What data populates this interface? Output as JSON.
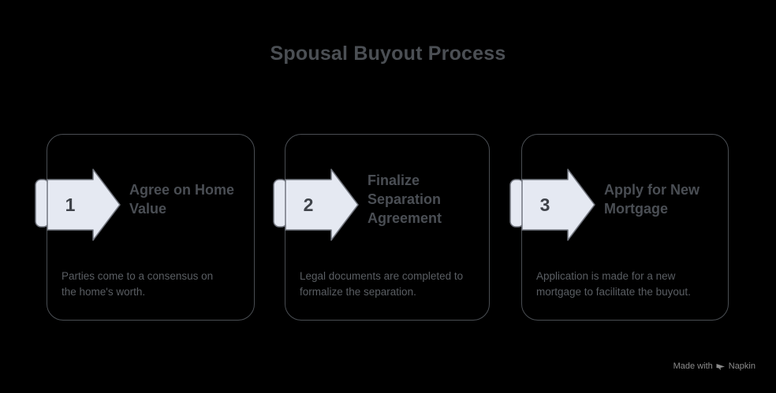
{
  "title": "Spousal Buyout Process",
  "steps": [
    {
      "number": "1",
      "heading": "Agree on Home\nValue",
      "description": "Parties come to a consensus on\nthe home's worth."
    },
    {
      "number": "2",
      "heading": "Finalize\nSeparation\nAgreement",
      "description": "Legal documents are completed to\nformalize the separation."
    },
    {
      "number": "3",
      "heading": "Apply for New\nMortgage",
      "description": "Application is made for a new\nmortgage to facilitate the buyout."
    }
  ],
  "watermark": {
    "made_with": "Made with",
    "brand": "Napkin"
  },
  "colors": {
    "background": "#000000",
    "card_border": "#4a4e53",
    "arrow_fill": "#eef2fc",
    "arrow_stroke": "#71757e",
    "title_text": "#4b4f54",
    "heading_text": "#4a4e54",
    "body_text": "#5a5e63",
    "watermark_text": "#8b8b8b"
  }
}
